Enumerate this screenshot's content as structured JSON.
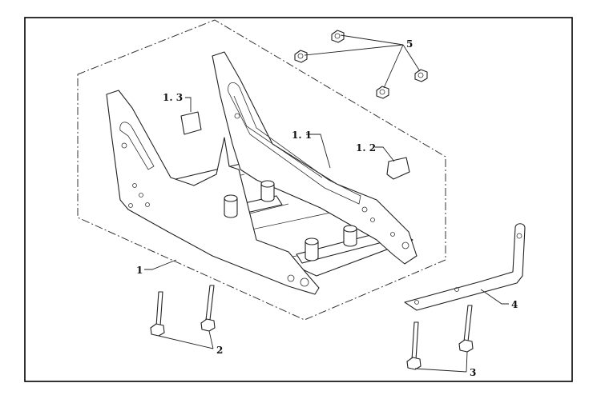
{
  "callouts": {
    "part_1": "1",
    "part_1_1": "1. 1",
    "part_1_2": "1. 2",
    "part_1_3": "1. 3",
    "part_2": "2",
    "part_3": "3",
    "part_4": "4",
    "part_5": "5"
  }
}
